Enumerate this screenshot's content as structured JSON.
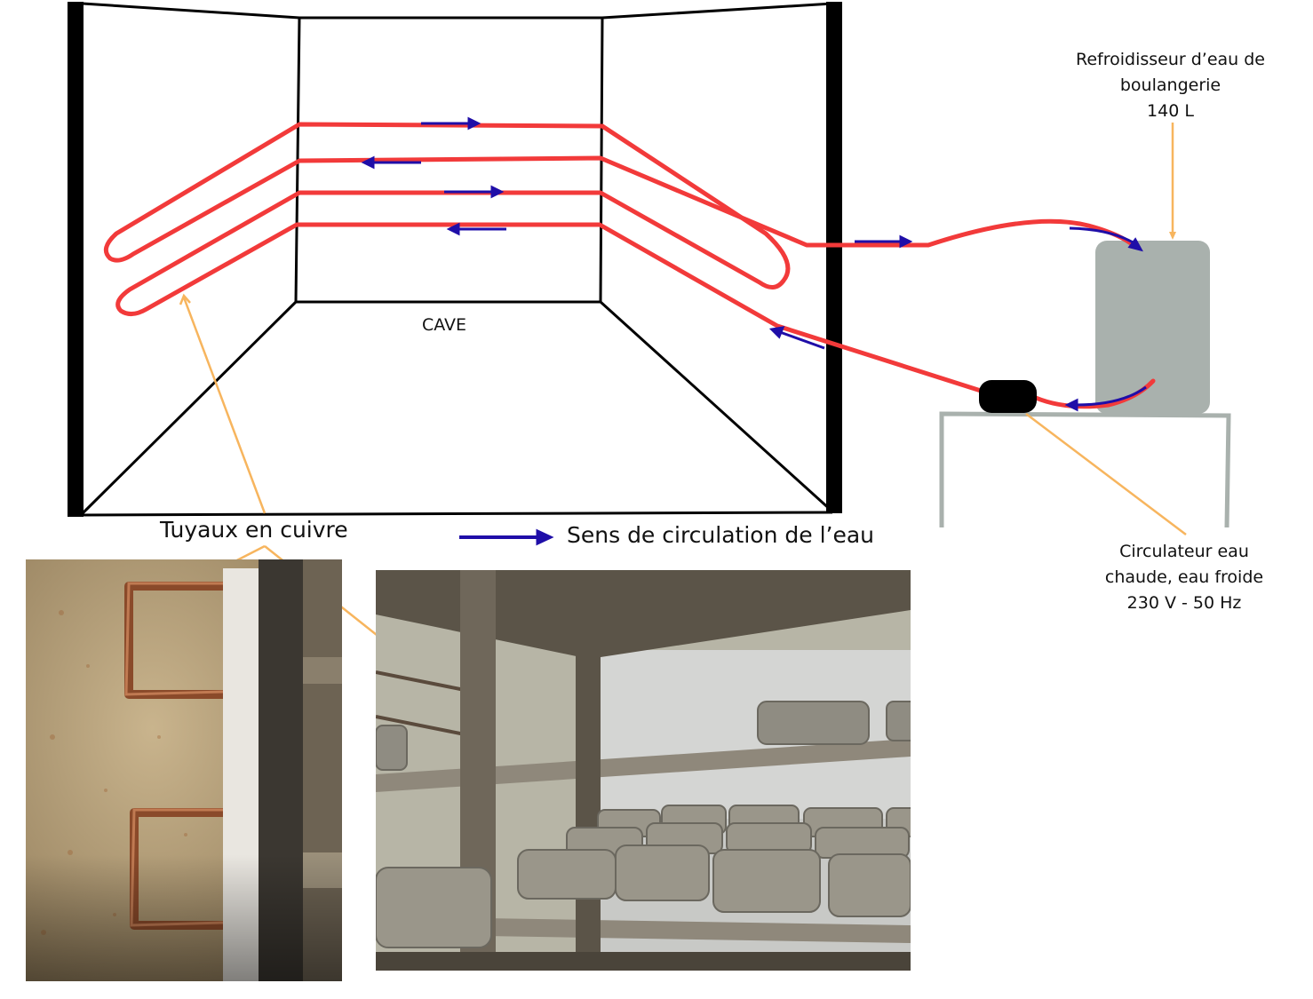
{
  "diagram": {
    "cave_label": "CAVE",
    "chiller_label": [
      "Refroidisseur d’eau de",
      "boulangerie",
      "140 L"
    ],
    "pipes_label": "Tuyaux en cuivre",
    "legend_label": "Sens de circulation de l’eau",
    "circulator_label": [
      "Circulateur eau",
      "chaude, eau froide",
      "230 V - 50 Hz"
    ]
  },
  "colors": {
    "pipe": "#f23a3a",
    "flow_arrow": "#1f0ea8",
    "leader": "#f7b55e",
    "chiller": "#a9b1ad",
    "room_outline": "#000000"
  },
  "photos": {
    "left": "copper-pipes-on-wall-photo",
    "right": "cheese-aging-shelves-photo"
  }
}
